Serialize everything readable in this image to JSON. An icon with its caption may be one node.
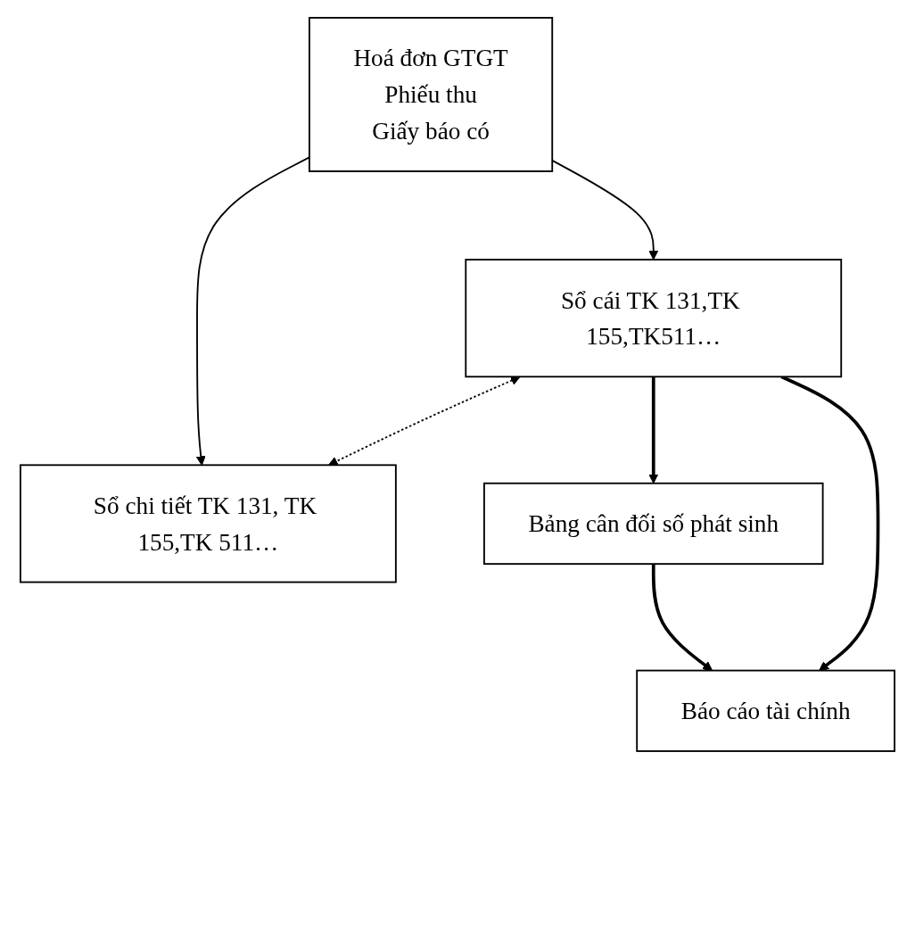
{
  "diagram": {
    "nodes": [
      {
        "text": [
          "Hoá đơn GTGT",
          "Phiếu thu",
          "Giấy báo có"
        ]
      },
      {
        "text": [
          "Sổ chi tiết TK 131, TK 155,TK 511…"
        ]
      },
      {
        "text": [
          "Sổ cái TK 131,TK 155,TK511…"
        ]
      },
      {
        "text": [
          "Bảng cân đối số phát sinh"
        ]
      },
      {
        "text": [
          "Báo cáo tài chính"
        ]
      }
    ],
    "edges": [
      {
        "from": 0,
        "to": 1,
        "arrow": "to"
      },
      {
        "from": 0,
        "to": 2,
        "arrow": "to"
      },
      {
        "from": 2,
        "to": 1,
        "arrow": "both",
        "style": "dashed"
      },
      {
        "from": 2,
        "to": 3,
        "arrow": "to",
        "style": "thick"
      },
      {
        "from": 3,
        "to": 4,
        "arrow": "to",
        "style": "thick"
      },
      {
        "from": 2,
        "to": 4,
        "arrow": "to",
        "style": "thick"
      }
    ]
  }
}
